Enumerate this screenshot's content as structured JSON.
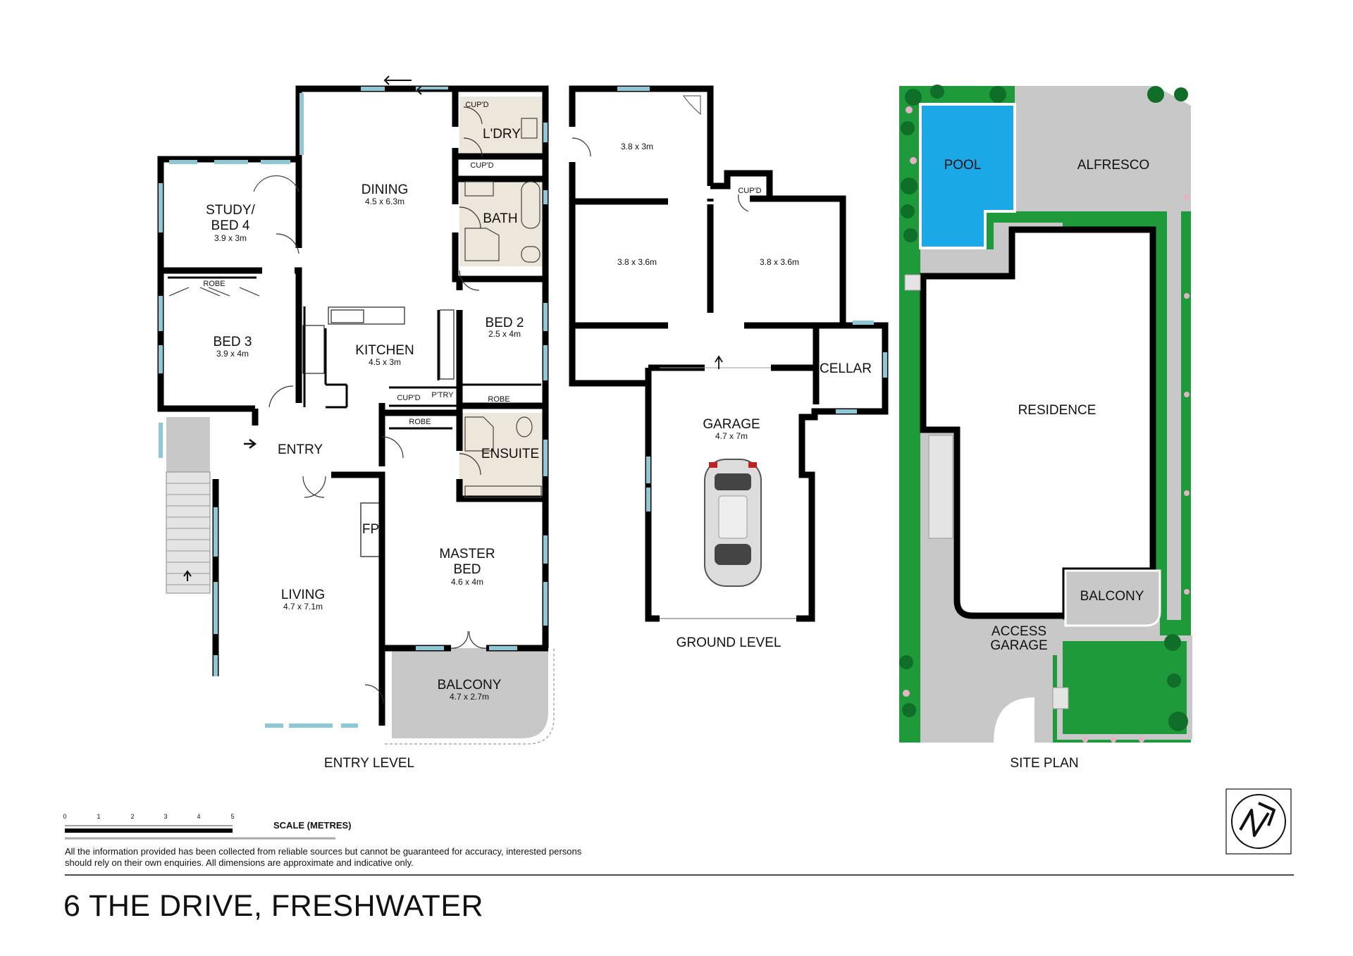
{
  "entry_level": {
    "caption": "ENTRY LEVEL",
    "rooms": {
      "dining": {
        "name": "DINING",
        "dim": "4.5 x 6.3m"
      },
      "study": {
        "name1": "STUDY/",
        "name2": "BED 4",
        "dim": "3.9 x 3m"
      },
      "bed3": {
        "name": "BED 3",
        "dim": "3.9 x 4m"
      },
      "kitchen": {
        "name": "KITCHEN",
        "dim": "4.5 x 3m"
      },
      "bed2": {
        "name": "BED 2",
        "dim": "2.5 x 4m"
      },
      "living": {
        "name": "LIVING",
        "dim": "4.7 x 7.1m"
      },
      "master": {
        "name1": "MASTER",
        "name2": "BED",
        "dim": "4.6 x 4m"
      },
      "balcony": {
        "name": "BALCONY",
        "dim": "4.7 x 2.7m"
      }
    },
    "labels": {
      "laundry": "L'DRY",
      "bath": "BATH",
      "ensuite": "ENSUITE",
      "entry": "ENTRY",
      "fireplace": "FP",
      "cupd": "CUP'D",
      "pantry": "P'TRY",
      "robe": "ROBE"
    }
  },
  "ground_level": {
    "caption": "GROUND LEVEL",
    "rooms": {
      "room1": {
        "dim": "3.8 x 3m"
      },
      "room2": {
        "dim": "3.8 x 3.6m"
      },
      "room3": {
        "dim": "3.8 x 3.6m"
      },
      "garage": {
        "name": "GARAGE",
        "dim": "4.7 x 7m"
      },
      "cellar": {
        "name": "CELLAR"
      },
      "cupd": "CUP'D"
    }
  },
  "site_plan": {
    "caption": "SITE PLAN",
    "labels": {
      "pool": "POOL",
      "alfresco": "ALFRESCO",
      "residence": "RESIDENCE",
      "balcony": "BALCONY",
      "access1": "ACCESS",
      "access2": "GARAGE"
    }
  },
  "scale": {
    "ticks": [
      "0",
      "1",
      "2",
      "3",
      "4",
      "5"
    ],
    "label": "SCALE (METRES)"
  },
  "disclaimer": "All the information provided has been collected from reliable sources but cannot be guaranteed for accuracy, interested persons should rely on their own enquiries. All dimensions are approximate and indicative only.",
  "title": "6 THE DRIVE, FRESHWATER",
  "colors": {
    "wall": "#000000",
    "window": "#8cc8d8",
    "pool": "#1aa8e6",
    "grass": "#1e9a3a",
    "paving": "#c8c8c8",
    "tiles": "#ede6da"
  },
  "icons": {
    "compass": "north-arrow-icon",
    "car": "car-icon"
  }
}
